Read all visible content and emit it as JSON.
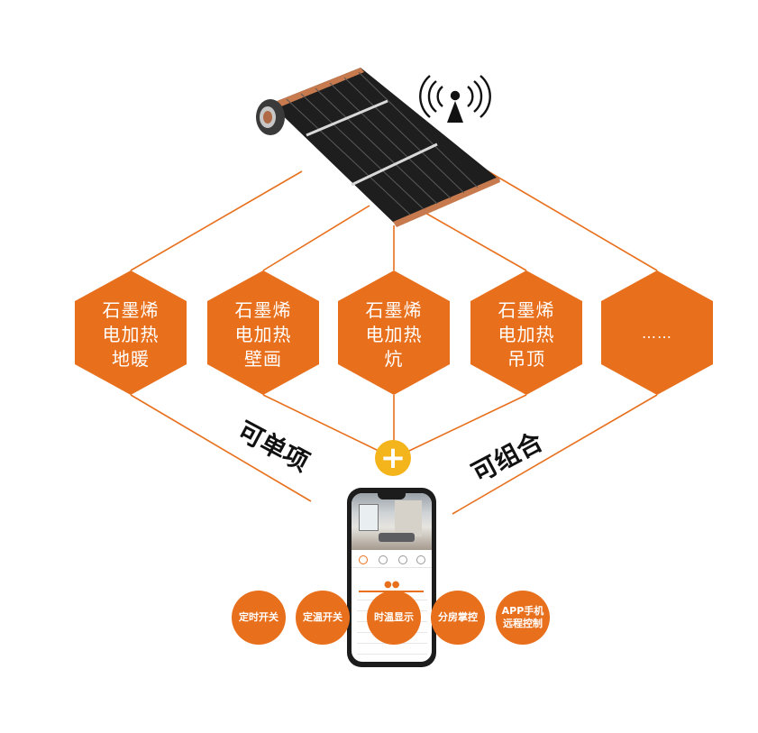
{
  "hexagons": [
    {
      "lines": [
        "石墨烯",
        "电加热",
        "地暖"
      ]
    },
    {
      "lines": [
        "石墨烯",
        "电加热",
        "壁画"
      ]
    },
    {
      "lines": [
        "石墨烯",
        "电加热",
        "炕"
      ]
    },
    {
      "lines": [
        "石墨烯",
        "电加热",
        "吊顶"
      ]
    },
    {
      "lines": [
        "……"
      ]
    }
  ],
  "labels": {
    "single": "可单项",
    "combine": "可组合",
    "plus": "+"
  },
  "features": [
    {
      "lines": [
        "定时开关"
      ]
    },
    {
      "lines": [
        "定温开关"
      ]
    },
    {
      "lines": [
        "时温显示"
      ]
    },
    {
      "lines": [
        "分房掌控"
      ]
    },
    {
      "lines": [
        "APP手机",
        "远程控制"
      ]
    }
  ],
  "icons": {
    "wifi": "wifi-signal-icon",
    "film": "heating-film-roll-icon",
    "phone": "smartphone-app-icon"
  },
  "colors": {
    "accent": "#e8701d",
    "plus": "#f4b51c",
    "text": "#111111"
  }
}
